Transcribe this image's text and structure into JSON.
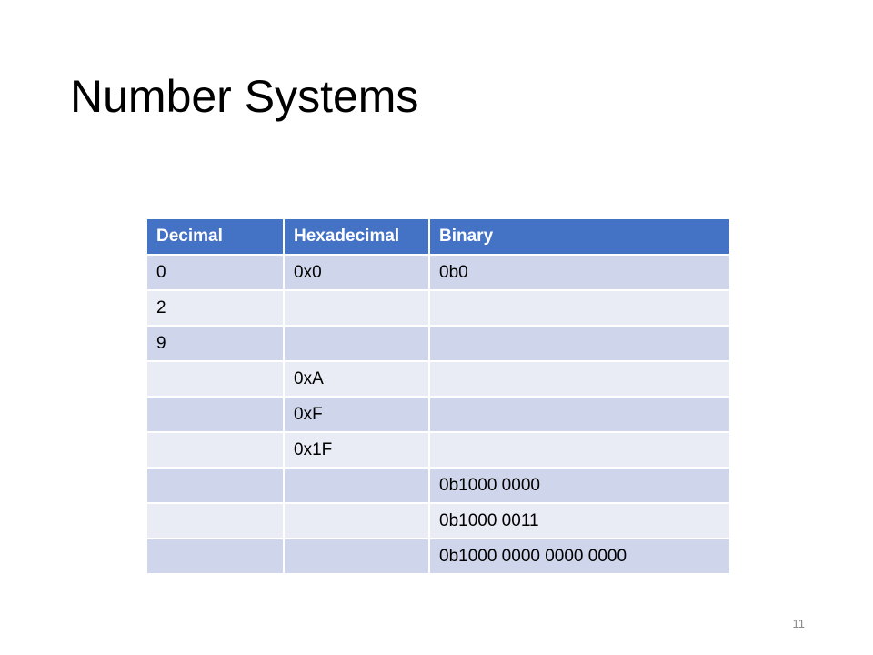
{
  "slide": {
    "title": "Number Systems",
    "page_number": "11"
  },
  "table": {
    "headers": [
      "Decimal",
      "Hexadecimal",
      "Binary"
    ],
    "rows": [
      [
        "0",
        "0x0",
        "0b0"
      ],
      [
        "2",
        "",
        ""
      ],
      [
        "9",
        "",
        ""
      ],
      [
        "",
        "0xA",
        ""
      ],
      [
        "",
        "0xF",
        ""
      ],
      [
        "",
        "0x1F",
        ""
      ],
      [
        "",
        "",
        "0b1000 0000"
      ],
      [
        "",
        "",
        "0b1000 0011"
      ],
      [
        "",
        "",
        "0b1000 0000 0000 0000"
      ]
    ]
  },
  "colors": {
    "header_background": "#4472c4",
    "header_text": "#ffffff",
    "row_odd": "#cfd5ea",
    "row_even": "#e9ebf5",
    "page_number": "#898989"
  }
}
